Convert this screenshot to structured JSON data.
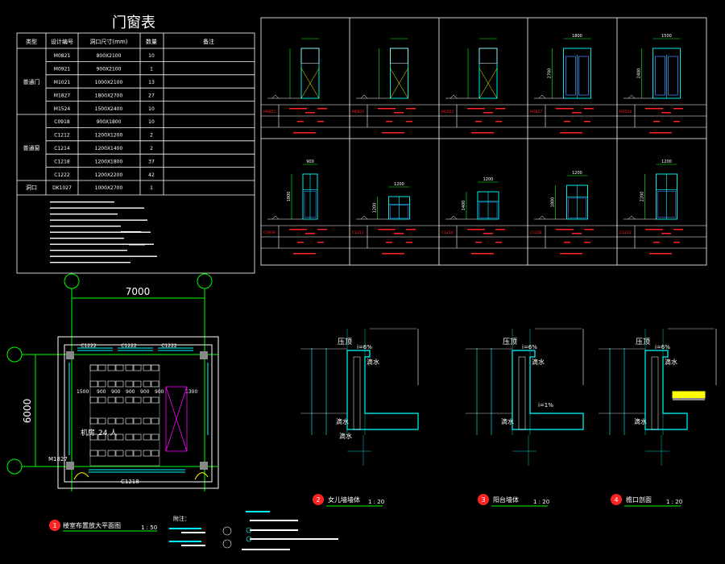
{
  "title": "门窗表",
  "table": {
    "headers": [
      "类型",
      "设计编号",
      "洞口尺寸(mm)",
      "数量",
      "备注"
    ],
    "groups": [
      {
        "label": "普通门",
        "rows": [
          {
            "code": "M0821",
            "size": "800X2100",
            "qty": "10"
          },
          {
            "code": "M0921",
            "size": "900X2100",
            "qty": "1"
          },
          {
            "code": "M1021",
            "size": "1000X2100",
            "qty": "13"
          },
          {
            "code": "M1827",
            "size": "1800X2700",
            "qty": "27"
          },
          {
            "code": "M1524",
            "size": "1500X2400",
            "qty": "10"
          }
        ]
      },
      {
        "label": "普通窗",
        "rows": [
          {
            "code": "C0918",
            "size": "900X1800",
            "qty": "10"
          },
          {
            "code": "C1212",
            "size": "1200X1200",
            "qty": "2"
          },
          {
            "code": "C1214",
            "size": "1200X1400",
            "qty": "2"
          },
          {
            "code": "C1218",
            "size": "1200X1800",
            "qty": "37"
          },
          {
            "code": "C1222",
            "size": "1200X2200",
            "qty": "42"
          }
        ]
      },
      {
        "label": "洞口",
        "rows": [
          {
            "code": "DK1027",
            "size": "1000X2700",
            "qty": "1"
          }
        ]
      }
    ]
  },
  "elevations": {
    "row1": [
      {
        "code": "M0821",
        "width_label": "",
        "height_label": ""
      },
      {
        "code": "M0921",
        "width_label": "",
        "height_label": ""
      },
      {
        "code": "M1021",
        "width_label": "",
        "height_label": ""
      },
      {
        "code": "M1827",
        "width_label": "1800",
        "height_label": "2700"
      },
      {
        "code": "M1524",
        "width_label": "1500",
        "height_label": "2400"
      }
    ],
    "row2": [
      {
        "code": "C0918",
        "width_label": "900",
        "height_label": "1800"
      },
      {
        "code": "C1212",
        "width_label": "1200",
        "height_label": "1200"
      },
      {
        "code": "C1214",
        "width_label": "1200",
        "height_label": "1400"
      },
      {
        "code": "C1218",
        "width_label": "1200",
        "height_label": "1800"
      },
      {
        "code": "C1222",
        "width_label": "1200",
        "height_label": "2200"
      }
    ]
  },
  "plan": {
    "dim_width": "7000",
    "dim_height": "6000",
    "room_label": "机房",
    "room_people": "24 人",
    "window_tags_top": [
      "C1222",
      "C1222",
      "C1222"
    ],
    "window_tag_bottom": "C1218",
    "door_tag": "M1827",
    "title_number": "1",
    "title": "楼室布置放大平面图",
    "scale": "1 : 50"
  },
  "sections": [
    {
      "number": "2",
      "title": "女儿墙墙体",
      "scale": "1 : 20",
      "label_top": "压顶",
      "slope": "i=6%",
      "drip": "滴水",
      "drip2": "滴水",
      "drip3": "滴水"
    },
    {
      "number": "3",
      "title": "阳台墙体",
      "scale": "1 : 20",
      "label_top": "压顶",
      "slope": "i=6%",
      "drip": "滴水",
      "drip2": "滴水",
      "slope2": "i=1%"
    },
    {
      "number": "4",
      "title": "檐口剖面",
      "scale": "1 : 20",
      "label_top": "压顶",
      "slope": "i=6%",
      "drip": "滴水",
      "drip2": "滴水"
    }
  ],
  "notes_label": "附注：",
  "colors": {
    "bg": "#000000",
    "white": "#ffffff",
    "green": "#00ff00",
    "red": "#ff2020",
    "cyan": "#00ffff",
    "yellow": "#ffff00",
    "blue": "#3f7fff",
    "magenta": "#ff00ff"
  }
}
